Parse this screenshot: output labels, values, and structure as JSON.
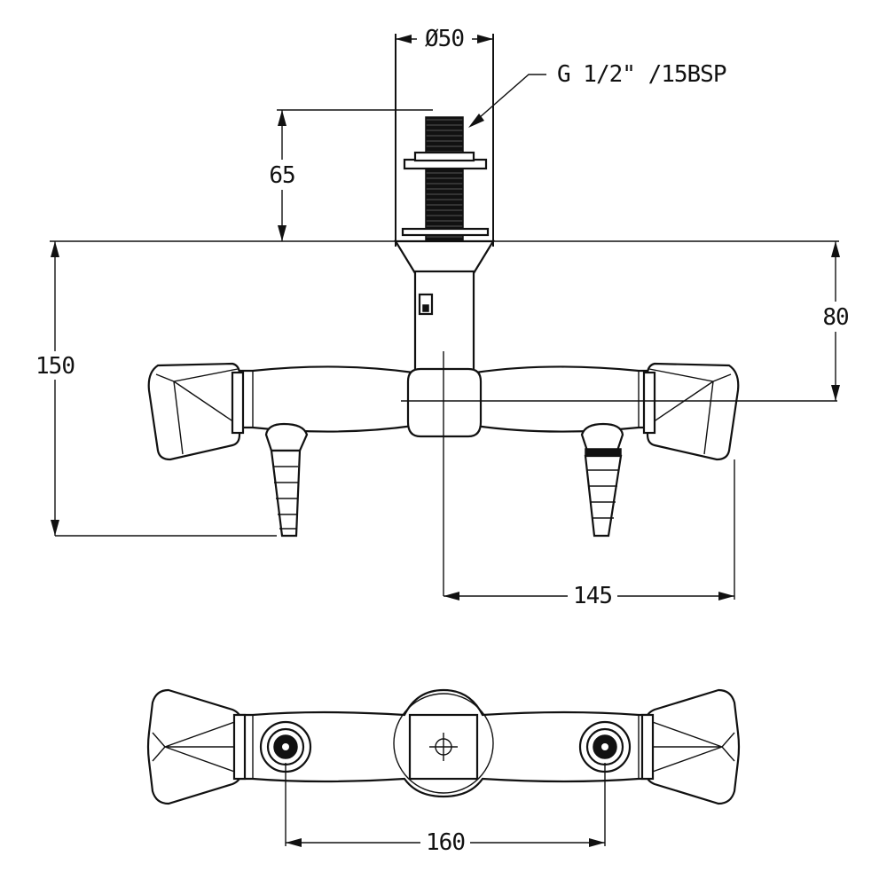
{
  "dimensions": {
    "diameter": "Ø50",
    "thread": "G 1/2\" /15BSP",
    "shank_length": "65",
    "total_height": "150",
    "outlet_height": "80",
    "half_width": "145",
    "outlet_spacing": "160"
  }
}
